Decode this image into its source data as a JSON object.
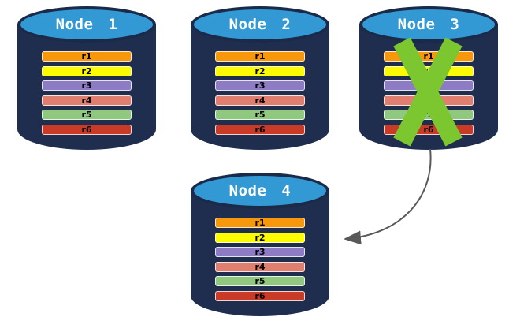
{
  "diagram": {
    "background": "#FFFFFF",
    "cylinder": {
      "body_color": "#1F2E4E",
      "rim_color": "#1A2A48",
      "top_color": "#3299D5",
      "label_color": "#FFFFFF"
    },
    "nodes": [
      {
        "label": "Node 1"
      },
      {
        "label": "Node 2"
      },
      {
        "label": "Node 3"
      },
      {
        "label": "Node 4"
      }
    ],
    "replicas": [
      {
        "label": "r1",
        "color": "#F7970B"
      },
      {
        "label": "r2",
        "color": "#FDFB02"
      },
      {
        "label": "r3",
        "color": "#8D7CC3"
      },
      {
        "label": "r4",
        "color": "#E07E6F"
      },
      {
        "label": "r5",
        "color": "#8FC87E"
      },
      {
        "label": "r6",
        "color": "#C93A27"
      }
    ],
    "failure_x_color": "#7CC62F",
    "arrow_color": "#595959"
  }
}
